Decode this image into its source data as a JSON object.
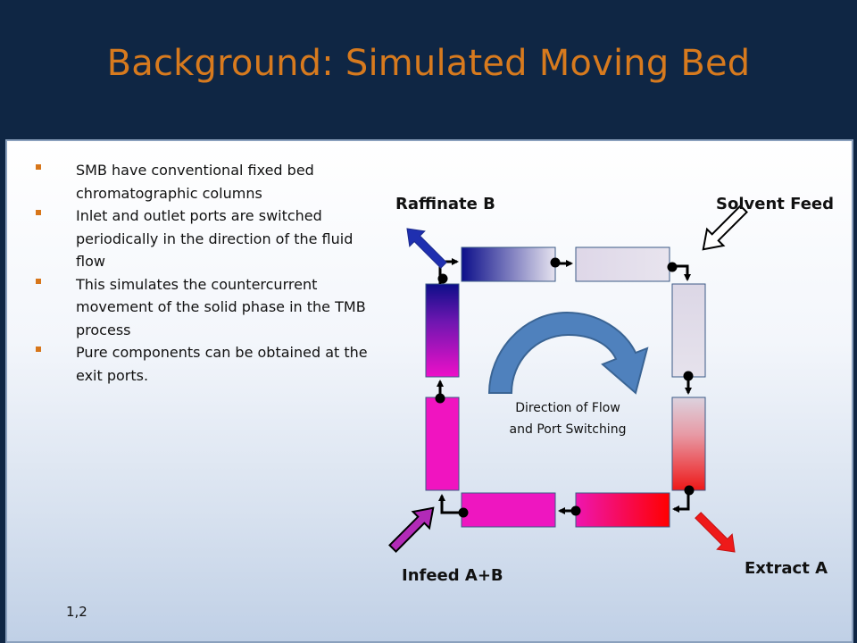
{
  "slide": {
    "title": "Background: Simulated Moving Bed",
    "footnote": "1,2"
  },
  "bullets": [
    "SMB have conventional fixed bed chromatographic columns",
    "Inlet and outlet ports are switched periodically in the direction of the fluid flow",
    "This simulates the countercurrent movement of the solid phase in the TMB process",
    "Pure components can be obtained at the exit ports."
  ],
  "diagram": {
    "labels": {
      "raffinate": "Raffinate B",
      "solvent": "Solvent Feed",
      "infeed": "Infeed A+B",
      "extract": "Extract A"
    },
    "caption_line1": "Direction of Flow",
    "caption_line2": "and Port Switching",
    "colors": {
      "raffinate_arrow": "#1f2fb0",
      "extract_arrow": "#ee1a1a",
      "infeed_arrow": "#b22ab7",
      "solvent_arrow": "#ffffff",
      "rotation_arrow": "#4f81bd",
      "accent_text": "#d77a1e"
    }
  }
}
